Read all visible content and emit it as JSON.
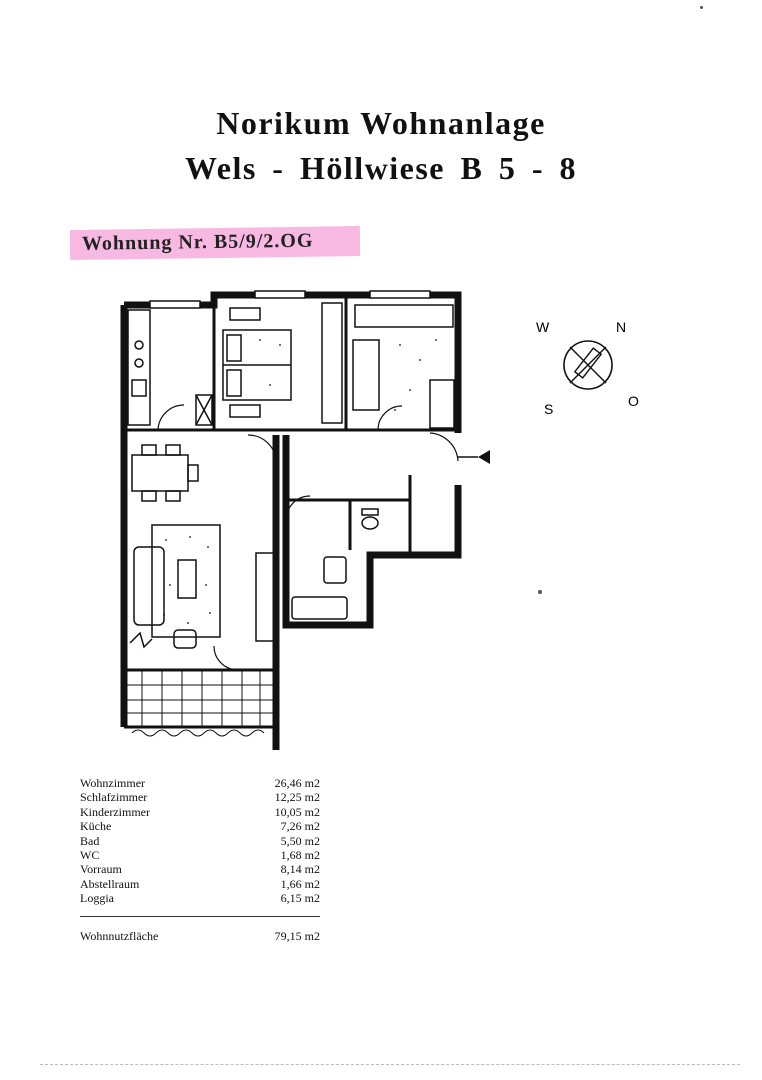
{
  "title": {
    "line1": "Norikum Wohnanlage",
    "line2": "Wels - Höllwiese B 5 - 8"
  },
  "unit_label": "Wohnung Nr. B5/9/2.OG",
  "compass": {
    "north": "N",
    "east": "O",
    "south": "S",
    "west": "W"
  },
  "areas": [
    {
      "room": "Wohnzimmer",
      "value": "26,46",
      "unit": "m2"
    },
    {
      "room": "Schlafzimmer",
      "value": "12,25",
      "unit": "m2"
    },
    {
      "room": "Kinderzimmer",
      "value": "10,05",
      "unit": "m2"
    },
    {
      "room": "Küche",
      "value": "7,26",
      "unit": "m2"
    },
    {
      "room": "Bad",
      "value": "5,50",
      "unit": "m2"
    },
    {
      "room": "WC",
      "value": "1,68",
      "unit": "m2"
    },
    {
      "room": "Vorraum",
      "value": "8,14",
      "unit": "m2"
    },
    {
      "room": "Abstellraum",
      "value": "1,66",
      "unit": "m2"
    },
    {
      "room": "Loggia",
      "value": "6,15",
      "unit": "m2"
    }
  ],
  "total": {
    "label": "Wohnnutzfläche",
    "value": "79,15",
    "unit": "m2"
  }
}
